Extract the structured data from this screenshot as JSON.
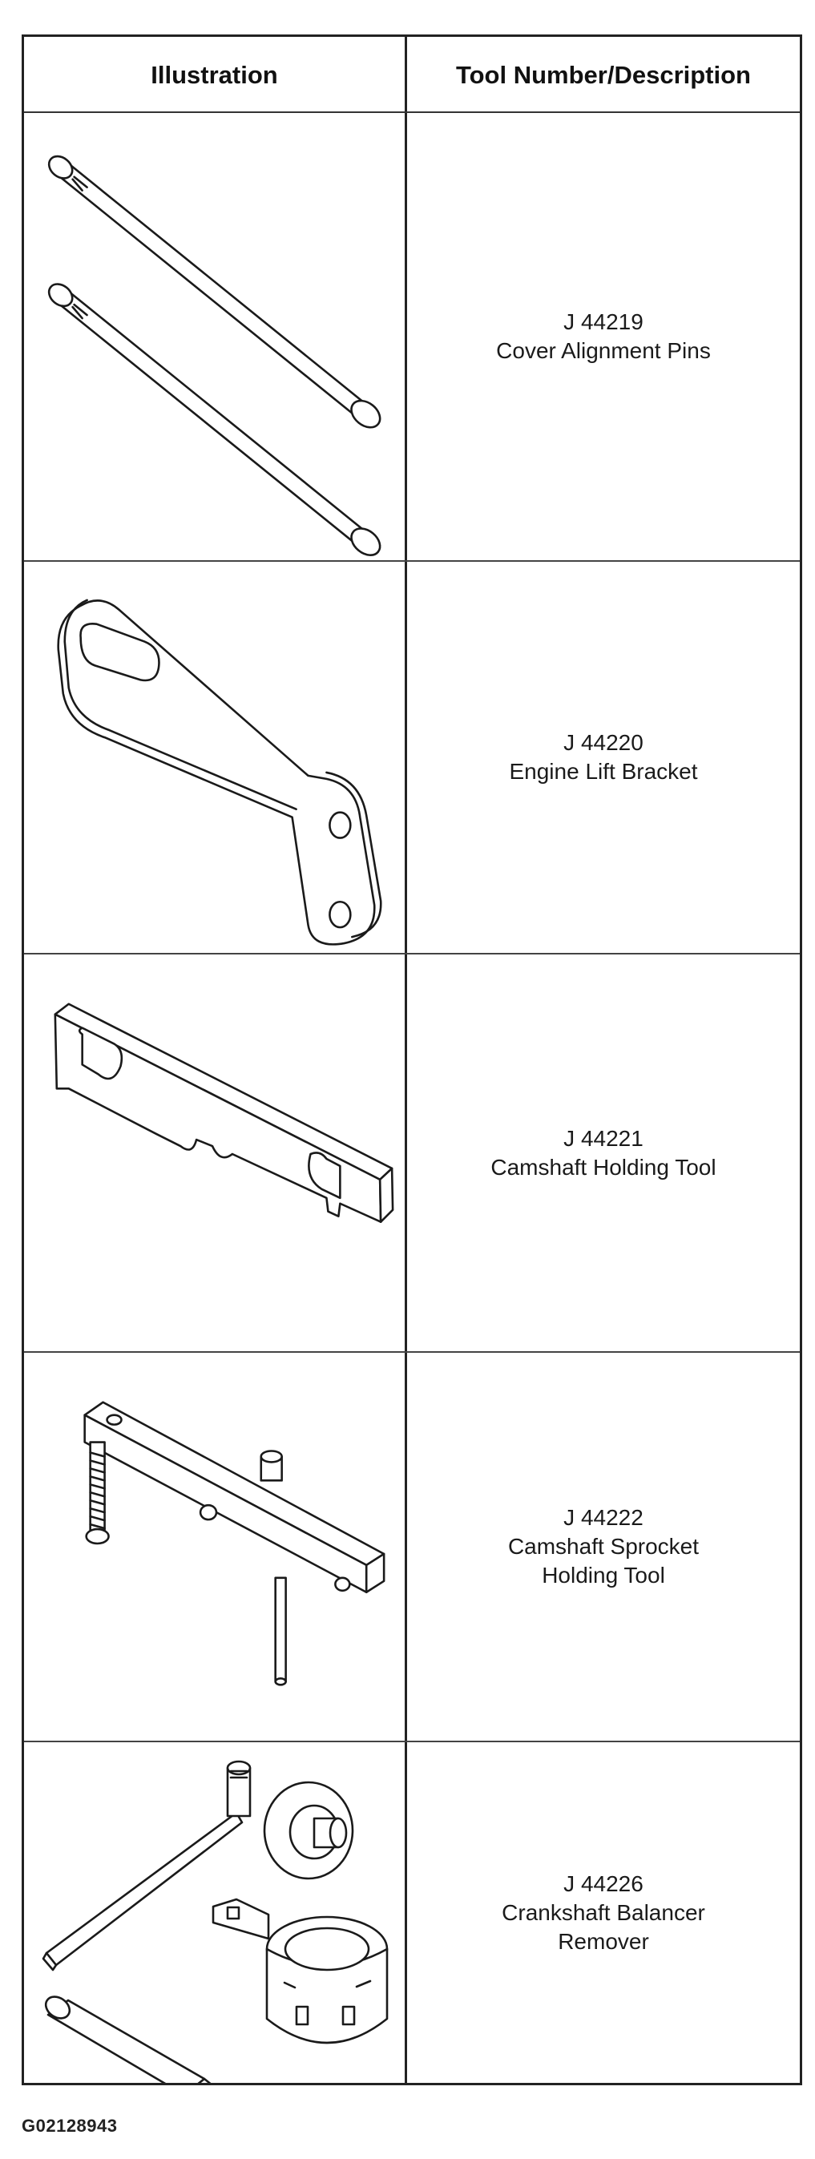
{
  "header": {
    "illustration_label": "Illustration",
    "tool_label": "Tool Number/Description"
  },
  "rows": [
    {
      "tool_number": "J 44219",
      "description": [
        "Cover Alignment Pins"
      ],
      "icon": "alignment-pins-icon"
    },
    {
      "tool_number": "J 44220",
      "description": [
        "Engine Lift Bracket"
      ],
      "icon": "lift-bracket-icon"
    },
    {
      "tool_number": "J 44221",
      "description": [
        "Camshaft Holding Tool"
      ],
      "icon": "camshaft-holding-tool-icon"
    },
    {
      "tool_number": "J 44222",
      "description": [
        "Camshaft Sprocket",
        "Holding Tool"
      ],
      "icon": "sprocket-holding-tool-icon"
    },
    {
      "tool_number": "J 44226",
      "description": [
        "Crankshaft Balancer",
        "Remover"
      ],
      "icon": "balancer-remover-icon"
    }
  ],
  "footer": {
    "figure_id": "G02128943"
  }
}
